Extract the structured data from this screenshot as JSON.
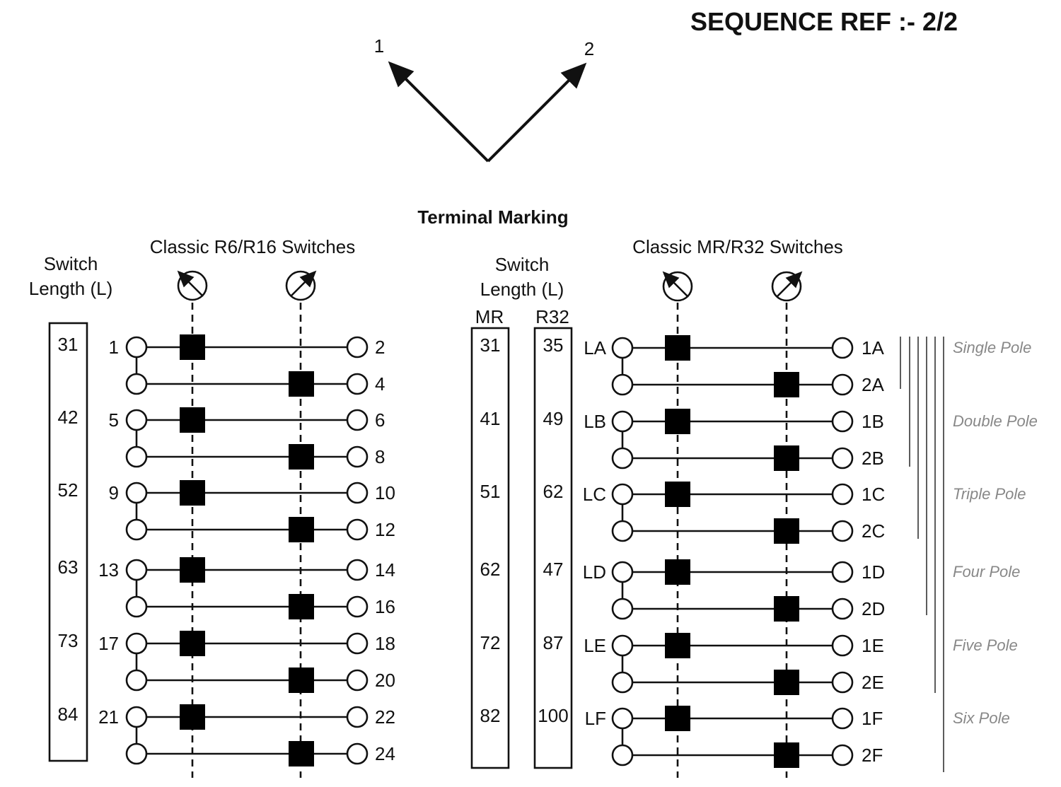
{
  "sequence_ref": "SEQUENCE  REF :- 2/2",
  "positions": [
    "1",
    "2"
  ],
  "terminal_marking": "Terminal Marking",
  "left": {
    "title": "Classic R6/R16 Switches",
    "length_label_1": "Switch",
    "length_label_2": "Length (L)",
    "lengths": [
      "31",
      "42",
      "52",
      "63",
      "73",
      "84"
    ],
    "poles": [
      {
        "in": "1",
        "out1": "2",
        "out2": "4"
      },
      {
        "in": "5",
        "out1": "6",
        "out2": "8"
      },
      {
        "in": "9",
        "out1": "10",
        "out2": "12"
      },
      {
        "in": "13",
        "out1": "14",
        "out2": "16"
      },
      {
        "in": "17",
        "out1": "18",
        "out2": "20"
      },
      {
        "in": "21",
        "out1": "22",
        "out2": "24"
      }
    ]
  },
  "right": {
    "title": "Classic MR/R32 Switches",
    "length_label_1": "Switch",
    "length_label_2": "Length (L)",
    "col_mr": "MR",
    "col_r32": "R32",
    "mr_lengths": [
      "31",
      "41",
      "51",
      "62",
      "72",
      "82"
    ],
    "r32_lengths": [
      "35",
      "49",
      "62",
      "47",
      "87",
      "100"
    ],
    "poles": [
      {
        "in": "LA",
        "out1": "1A",
        "out2": "2A",
        "pole_name": "Single Pole"
      },
      {
        "in": "LB",
        "out1": "1B",
        "out2": "2B",
        "pole_name": "Double Pole"
      },
      {
        "in": "LC",
        "out1": "1C",
        "out2": "2C",
        "pole_name": "Triple Pole"
      },
      {
        "in": "LD",
        "out1": "1D",
        "out2": "2D",
        "pole_name": "Four Pole"
      },
      {
        "in": "LE",
        "out1": "1E",
        "out2": "2E",
        "pole_name": "Five Pole"
      },
      {
        "in": "LF",
        "out1": "1F",
        "out2": "2F",
        "pole_name": "Six Pole"
      }
    ]
  }
}
